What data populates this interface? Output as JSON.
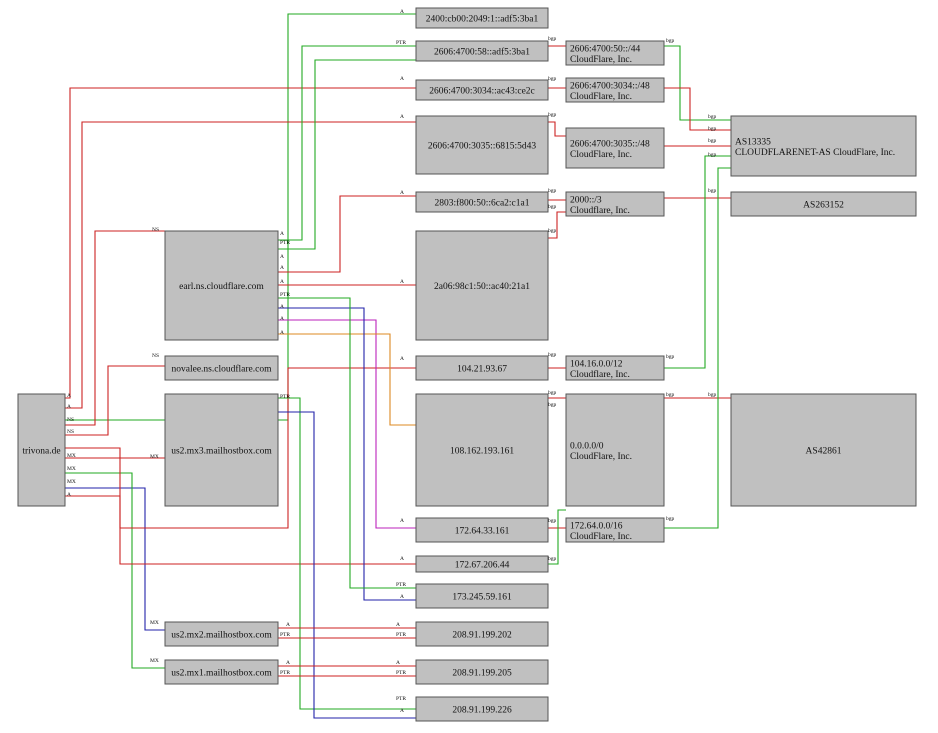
{
  "colors": {
    "A": "#cc2222",
    "PTR": "#22aa22",
    "NS": "#cc2222",
    "MX": "#cc2222",
    "bgp": "#cc2222",
    "blue": "#2222aa",
    "magenta": "#bb22bb",
    "orange": "#dd8822",
    "node_fill": "#c0c0c0",
    "node_stroke": "#555555"
  },
  "nodes": {
    "trivona": "trivona.de",
    "earl": "earl.ns.cloudflare.com",
    "novalee": "novalee.ns.cloudflare.com",
    "us2mx3": "us2.mx3.mailhostbox.com",
    "us2mx2": "us2.mx2.mailhostbox.com",
    "us2mx1": "us2.mx1.mailhostbox.com",
    "ip6_2400": "2400:cb00:2049:1::adf5:3ba1",
    "ip6_58": "2606:4700:58::adf5:3ba1",
    "ip6_3034": "2606:4700:3034::ac43:ce2c",
    "ip6_3035": "2606:4700:3035::6815:5d43",
    "ip6_2803": "2803:f800:50::6ca2:c1a1",
    "ip6_2a06": "2a06:98c1:50::ac40:21a1",
    "ip_104": "104.21.93.67",
    "ip_108": "108.162.193.161",
    "ip_172_64": "172.64.33.161",
    "ip_172_67": "172.67.206.44",
    "ip_173": "173.245.59.161",
    "ip_202": "208.91.199.202",
    "ip_205": "208.91.199.205",
    "ip_226": "208.91.199.226",
    "pfx_50_44": [
      "2606:4700:50::/44",
      "CloudFlare, Inc."
    ],
    "pfx_3034": [
      "2606:4700:3034::/48",
      "CloudFlare, Inc."
    ],
    "pfx_3035": [
      "2606:4700:3035::/48",
      "CloudFlare, Inc."
    ],
    "pfx_2000": [
      "2000::/3",
      "Cloudflare, Inc."
    ],
    "pfx_104": [
      "104.16.0.0/12",
      "Cloudflare, Inc."
    ],
    "pfx_0": [
      "0.0.0.0/0",
      "CloudFlare, Inc."
    ],
    "pfx_172": [
      "172.64.0.0/16",
      "CloudFlare, Inc."
    ],
    "as13335": [
      "AS13335",
      "CLOUDFLARENET-AS CloudFlare, Inc."
    ],
    "as263152": "AS263152",
    "as42861": "AS42861"
  },
  "edge_labels": {
    "A": "A",
    "PTR": "PTR",
    "NS": "NS",
    "MX": "MX",
    "bgp": "bgp"
  }
}
